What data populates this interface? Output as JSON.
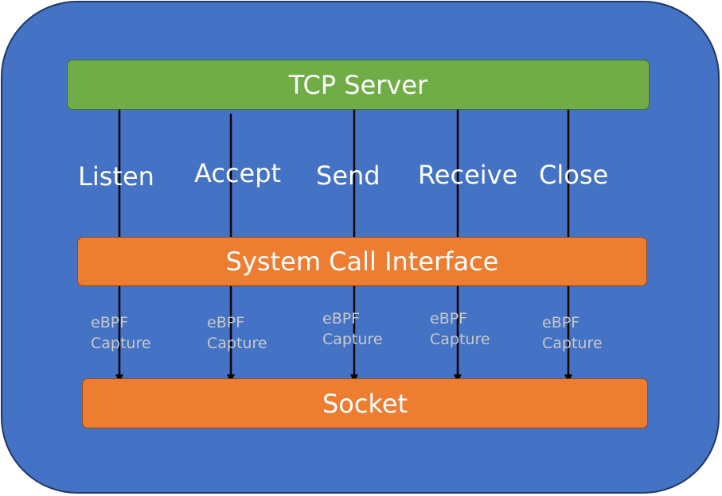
{
  "diagram": {
    "top_box": {
      "label": "TCP Server",
      "color": "#70ad47"
    },
    "middle_box": {
      "label": "System Call Interface",
      "color": "#ed7d31"
    },
    "bottom_box": {
      "label": "Socket",
      "color": "#ed7d31"
    },
    "background_color": "#4472c4",
    "operations": [
      {
        "label": "Listen"
      },
      {
        "label": "Accept"
      },
      {
        "label": "Send"
      },
      {
        "label": "Receive"
      },
      {
        "label": "Close"
      }
    ],
    "capture_labels": [
      {
        "line1": "eBPF",
        "line2": "Capture"
      },
      {
        "line1": "eBPF",
        "line2": "Capture"
      },
      {
        "line1": "eBPF",
        "line2": "Capture"
      },
      {
        "line1": "eBPF",
        "line2": "Capture"
      },
      {
        "line1": "eBPF",
        "line2": "Capture"
      }
    ]
  }
}
